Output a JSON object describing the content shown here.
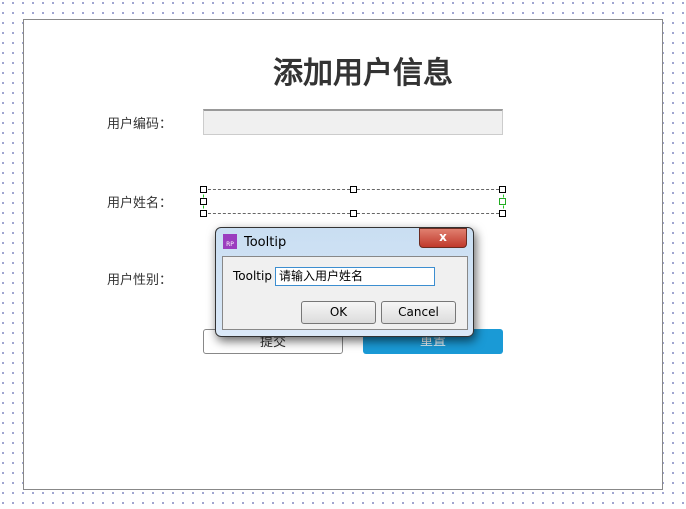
{
  "page": {
    "title": "添加用户信息",
    "fields": [
      {
        "label": "用户编码："
      },
      {
        "label": "用户姓名："
      },
      {
        "label": "用户性别："
      }
    ],
    "submit_label": "提交",
    "reset_label": "重置",
    "accent": "#1a9ad6"
  },
  "dialog": {
    "title": "Tooltip",
    "field_label": "Tooltip",
    "field_value": "请输入用户姓名",
    "ok_label": "OK",
    "cancel_label": "Cancel",
    "close_label": "x",
    "app_icon": "RP"
  }
}
